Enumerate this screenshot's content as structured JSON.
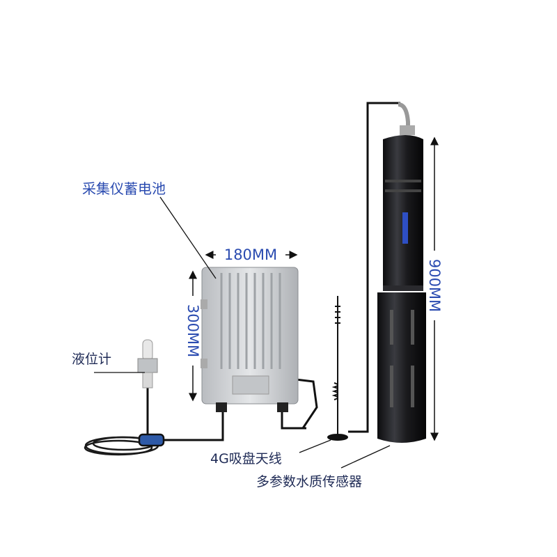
{
  "labels": {
    "datalogger_battery": "采集仪蓄电池",
    "level_gauge": "液位计",
    "antenna": "4G吸盘天线",
    "water_quality_sensor": "多参数水质传感器"
  },
  "dimensions": {
    "width": "180MM",
    "height": "300MM",
    "sensor_length": "900MM"
  },
  "colors": {
    "label": "#2a4bb0",
    "enclosure": "#c9cccf",
    "sensor": "#1c1c1e"
  }
}
